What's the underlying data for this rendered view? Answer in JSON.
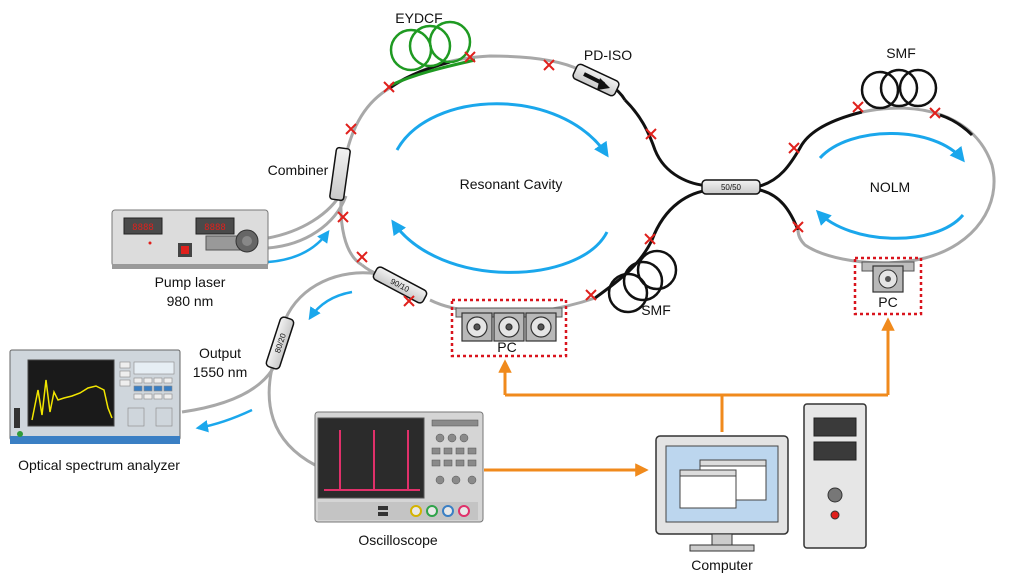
{
  "labels": {
    "eydcf": "EYDCF",
    "pd_iso": "PD-ISO",
    "smf_top": "SMF",
    "combiner": "Combiner",
    "resonant_cavity": "Resonant Cavity",
    "nolm": "NOLM",
    "coupler_5050": "50/50",
    "coupler_9010": "90/10",
    "coupler_8020": "80/20",
    "pump_laser": "Pump laser",
    "pump_wavelength": "980 nm",
    "output": "Output",
    "output_wavelength": "1550 nm",
    "smf_bottom": "SMF",
    "pc_main": "PC",
    "pc_nolm": "PC",
    "osa": "Optical spectrum analyzer",
    "oscilloscope": "Oscilloscope",
    "computer": "Computer",
    "pump_display_1": "8888",
    "pump_display_2": "8888"
  },
  "colors": {
    "fiber_gray": "#a8a8a8",
    "fiber_black": "#111111",
    "gain_fiber": "#1f9a22",
    "splice": "#e0201c",
    "arrow_blue": "#1aa7ec",
    "control_orange": "#f08a1c",
    "pc_box": "#d9141d",
    "trace_pink": "#e0306a",
    "trace_yellow": "#f2e600"
  }
}
